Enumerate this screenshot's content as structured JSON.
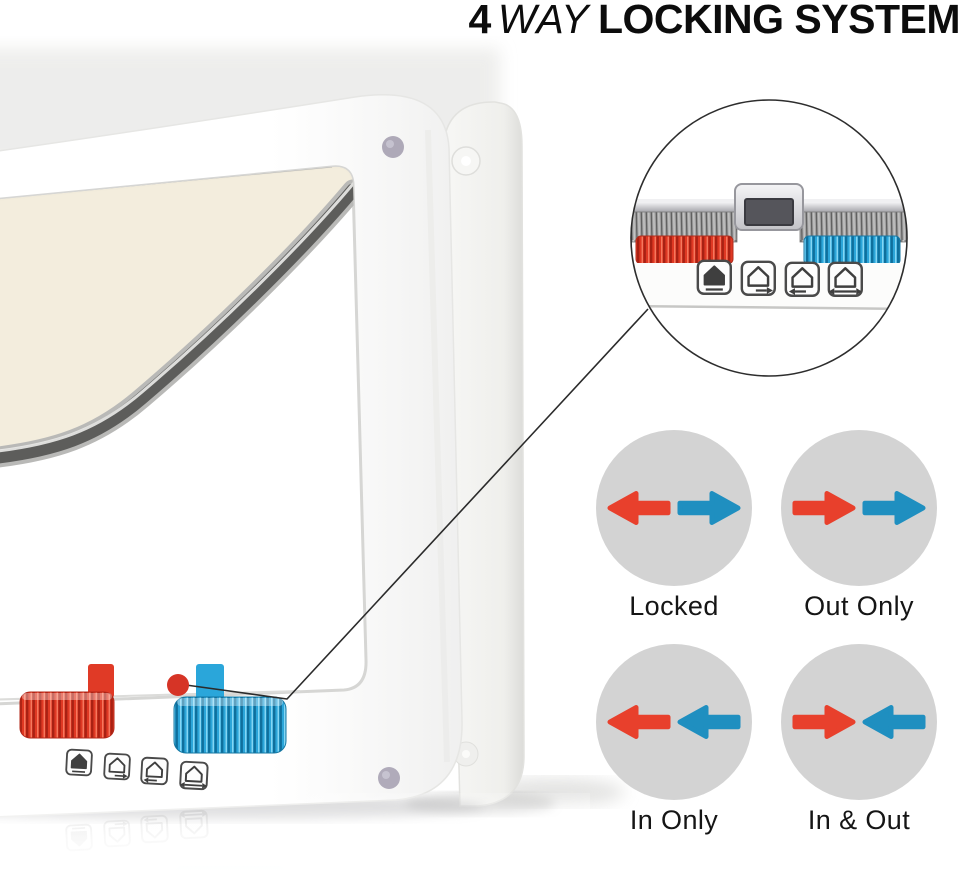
{
  "title": {
    "number": "4",
    "way": "WAY",
    "rest": "LOCKING SYSTEM"
  },
  "product": {
    "lock_mode_icons": [
      "locked",
      "out-only",
      "in-only",
      "in-and-out"
    ],
    "callout_marker": "red-dot"
  },
  "modes": [
    {
      "label": "Locked",
      "red_arrow": "left",
      "blue_arrow": "right"
    },
    {
      "label": "Out Only",
      "red_arrow": "right",
      "blue_arrow": "right"
    },
    {
      "label": "In Only",
      "red_arrow": "left",
      "blue_arrow": "left"
    },
    {
      "label": "In & Out",
      "red_arrow": "right",
      "blue_arrow": "left"
    }
  ],
  "colors": {
    "red": "#e8402c",
    "blue": "#1f8fc0",
    "slider_red": "#df3823",
    "slider_blue": "#2ba5d9",
    "circle_bg": "#d3d3d3",
    "text": "#0c0c0c",
    "dot": "#d63426"
  }
}
